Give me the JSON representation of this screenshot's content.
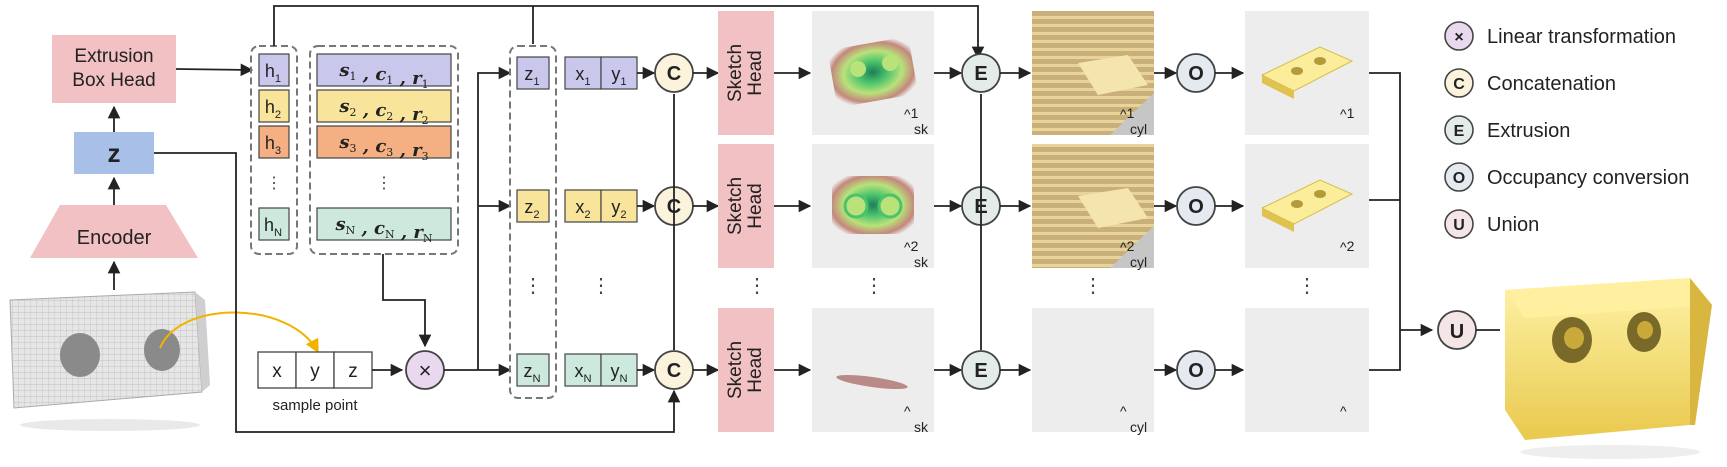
{
  "encoder": {
    "label": "Encoder"
  },
  "z": {
    "label": "z"
  },
  "box_head": {
    "line1": "Extrusion",
    "line2": "Box Head"
  },
  "h_items": [
    {
      "base": "h",
      "sub": "1",
      "color": "#c9c7ec"
    },
    {
      "base": "h",
      "sub": "2",
      "color": "#f8e59b"
    },
    {
      "base": "h",
      "sub": "3",
      "color": "#f4b082"
    },
    {
      "base": "h",
      "sub": "N",
      "color": "#cde9de"
    }
  ],
  "vdots": "⋮",
  "param_rows": [
    {
      "s": "s",
      "c": "c",
      "r": "r",
      "sub": "1",
      "color": "#c9c7ec"
    },
    {
      "s": "s",
      "c": "c",
      "r": "r",
      "sub": "2",
      "color": "#f8e59b"
    },
    {
      "s": "s",
      "c": "c",
      "r": "r",
      "sub": "3",
      "color": "#f4b082"
    },
    {
      "s": "s",
      "c": "c",
      "r": "r",
      "sub": "N",
      "color": "#cde9de"
    }
  ],
  "sample_point": {
    "cells": [
      "x",
      "y",
      "z"
    ],
    "caption": "sample point"
  },
  "z_items": [
    {
      "base": "z",
      "sub": "1",
      "color": "#c9c7ec"
    },
    {
      "base": "z",
      "sub": "2",
      "color": "#f8e59b"
    },
    {
      "base": "z",
      "sub": "N",
      "color": "#cde9de"
    }
  ],
  "xy_items": [
    {
      "x": "x",
      "y": "y",
      "sub": "1",
      "color": "#c9c7ec"
    },
    {
      "x": "x",
      "y": "y",
      "sub": "2",
      "color": "#f8e59b"
    },
    {
      "x": "x",
      "y": "y",
      "sub": "N",
      "color": "#cde9de"
    }
  ],
  "sketch_head": {
    "line1": "Sketch",
    "line2": "Head"
  },
  "sk_labels": [
    {
      "hat": "^",
      "sub": "1",
      "txt": "sk"
    },
    {
      "hat": "^",
      "sub": "2",
      "txt": "sk"
    },
    {
      "hat": "^",
      "sub": "",
      "txt": "sk"
    }
  ],
  "cyl_labels": [
    {
      "hat": "^",
      "sub": "1",
      "txt": "cyl"
    },
    {
      "hat": "^",
      "sub": "2",
      "txt": "cyl"
    },
    {
      "hat": "^",
      "sub": "",
      "txt": "cyl"
    }
  ],
  "occ_labels": [
    {
      "hat": "^",
      "sub": "1"
    },
    {
      "hat": "^",
      "sub": "2"
    },
    {
      "hat": "^",
      "sub": ""
    }
  ],
  "ops": {
    "linear": "×",
    "concat": "C",
    "extrude": "E",
    "occupancy": "O",
    "union": "U"
  },
  "legend": [
    {
      "symbol": "×",
      "label": "Linear transformation",
      "color": "#e9d8ee"
    },
    {
      "symbol": "C",
      "label": "Concatenation",
      "color": "#fbf3dc"
    },
    {
      "symbol": "E",
      "label": "Extrusion",
      "color": "#e3ece8"
    },
    {
      "symbol": "O",
      "label": "Occupancy conversion",
      "color": "#e4eaf0"
    },
    {
      "symbol": "U",
      "label": "Union",
      "color": "#f4e6e6"
    }
  ],
  "colors": {
    "pink": "#f2c1c3",
    "blue": "#a8c0e8",
    "c_fill": "#fbf3dc",
    "e_fill": "#e3ece8",
    "o_fill": "#e4eaf0",
    "u_fill": "#f4e6e6",
    "x_fill": "#e9d8ee",
    "sketch_bg": "#ededed",
    "yellow_arrow": "#f0b400"
  }
}
